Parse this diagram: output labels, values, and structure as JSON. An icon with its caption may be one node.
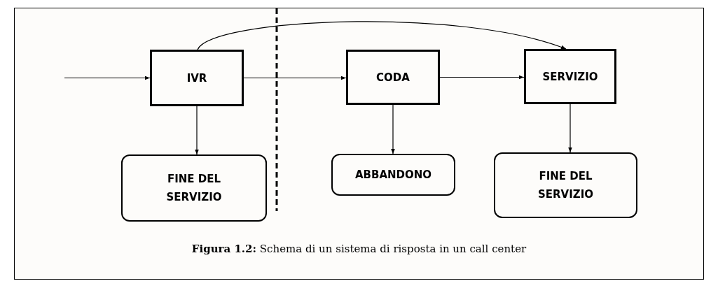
{
  "diagram": {
    "caption": "**Figura 1.2:** Schema di un sistema di risposta in un call center",
    "nodes": [
      {
        "text": [
          "IVR"
        ]
      },
      {
        "text": [
          "CODA"
        ]
      },
      {
        "text": [
          "SERVIZIO"
        ]
      },
      {
        "text": [
          "FINE DEL SERVIZIO"
        ]
      },
      {
        "text": [
          "ABBANDONO"
        ]
      },
      {
        "text": [
          "FINE DEL SERVIZIO"
        ]
      }
    ],
    "edges": [
      {
        "from": null,
        "to": 0,
        "arrow": "to"
      },
      {
        "from": 0,
        "to": 1,
        "arrow": "to"
      },
      {
        "from": 1,
        "to": 2,
        "arrow": "to"
      },
      {
        "from": 0,
        "to": 2,
        "arrow": "to"
      },
      {
        "from": 0,
        "to": 3,
        "arrow": "to"
      },
      {
        "from": 1,
        "to": 4,
        "arrow": "to"
      },
      {
        "from": 2,
        "to": 5,
        "arrow": "to"
      }
    ]
  }
}
